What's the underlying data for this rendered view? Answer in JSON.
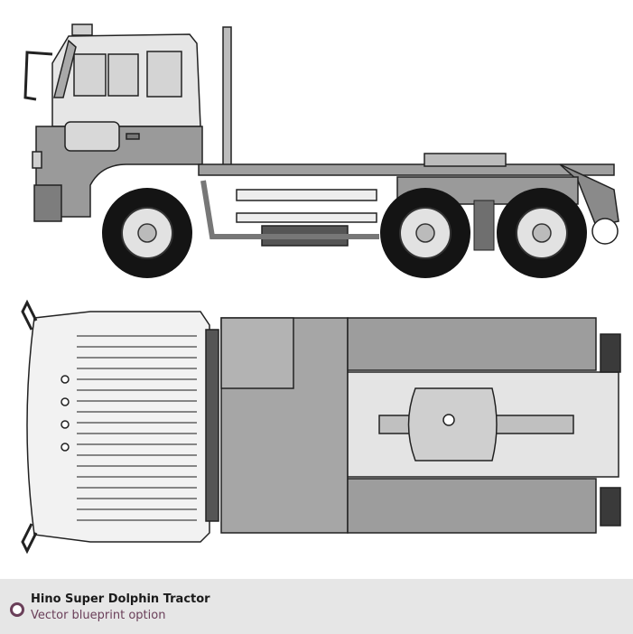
{
  "caption": {
    "title": "Hino Super Dolphin Tractor",
    "subtitle": "Vector blueprint option"
  },
  "colors": {
    "caption_background": "#e6e6e6",
    "subtitle": "#6a3f59",
    "icon_ring": "#6a3f59",
    "body_gray": "#8f8f8f",
    "cab_light": "#d9d9d9",
    "tire": "#141414"
  },
  "views": [
    "side-view",
    "top-view"
  ]
}
